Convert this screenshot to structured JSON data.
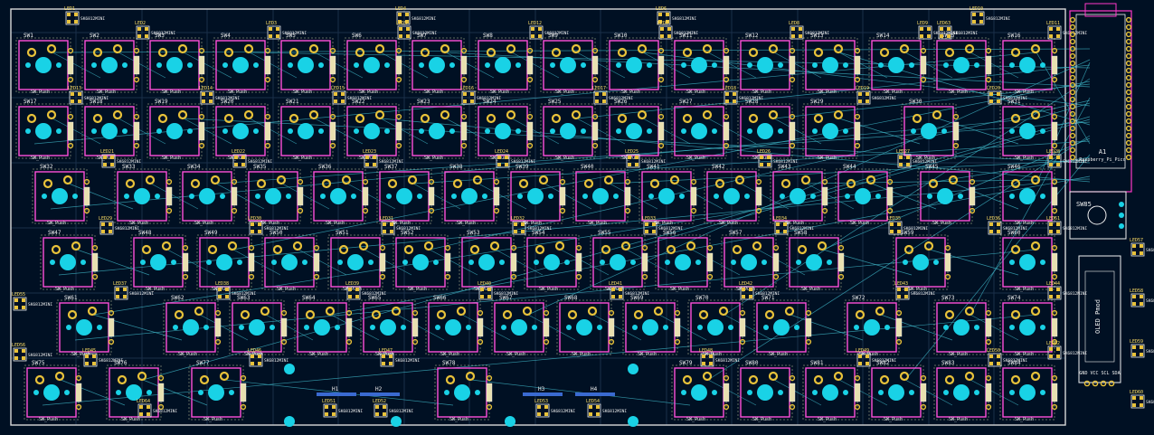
{
  "colors": {
    "background": "#001023",
    "board_edge": "#d8d8d8",
    "grid": "#1a2f4a",
    "ratsnest": "#3fb7c8",
    "switch_outline": "#ff4fd8",
    "courtyard": "#c9c9a0",
    "pad_cyan": "#19d2e6",
    "pad_gold": "#e8c23a",
    "silk": "#f0f0f0",
    "resistor_body": "#e8e0b0",
    "mcu_highlight": "#ff39c8",
    "ref_yellow": "#ffe066"
  },
  "switches": [
    {
      "ref": "SW1",
      "label": "SW_Push"
    },
    {
      "ref": "SW2",
      "label": "SW_Push"
    },
    {
      "ref": "SW3",
      "label": "SW_Push"
    },
    {
      "ref": "SW4",
      "label": "SW_Push"
    },
    {
      "ref": "SW5",
      "label": "SW_Push"
    },
    {
      "ref": "SW6",
      "label": "SW_Push"
    },
    {
      "ref": "SW7",
      "label": "SW_Push"
    },
    {
      "ref": "SW8",
      "label": "SW_Push"
    },
    {
      "ref": "SW9",
      "label": "SW_Push"
    },
    {
      "ref": "SW10",
      "label": "SW_Push"
    },
    {
      "ref": "SW11",
      "label": "SW_Push"
    },
    {
      "ref": "SW12",
      "label": "SW_Push"
    },
    {
      "ref": "SW13",
      "label": "SW_Push"
    },
    {
      "ref": "SW14",
      "label": "SW_Push"
    },
    {
      "ref": "SW15",
      "label": "SW_Push"
    },
    {
      "ref": "SW16",
      "label": "SW_Push"
    },
    {
      "ref": "SW17",
      "label": "SW_Push"
    },
    {
      "ref": "SW18",
      "label": "SW_Push"
    },
    {
      "ref": "SW19",
      "label": "SW_Push"
    },
    {
      "ref": "SW20",
      "label": "SW_Push"
    },
    {
      "ref": "SW21",
      "label": "SW_Push"
    },
    {
      "ref": "SW22",
      "label": "SW_Push"
    },
    {
      "ref": "SW23",
      "label": "SW_Push"
    },
    {
      "ref": "SW24",
      "label": "SW_Push"
    },
    {
      "ref": "SW25",
      "label": "SW_Push"
    },
    {
      "ref": "SW26",
      "label": "SW_Push"
    },
    {
      "ref": "SW27",
      "label": "SW_Push"
    },
    {
      "ref": "SW28",
      "label": "SW_Push"
    },
    {
      "ref": "SW29",
      "label": "SW_Push"
    },
    {
      "ref": "SW30",
      "label": "SW_Push"
    },
    {
      "ref": "SW31",
      "label": "SW_Push"
    },
    {
      "ref": "SW32",
      "label": "SW_Push"
    },
    {
      "ref": "SW33",
      "label": "SW_Push"
    },
    {
      "ref": "SW34",
      "label": "SW_Push"
    },
    {
      "ref": "SW35",
      "label": "SW_Push"
    },
    {
      "ref": "SW36",
      "label": "SW_Push"
    },
    {
      "ref": "SW37",
      "label": "SW_Push"
    },
    {
      "ref": "SW38",
      "label": "SW_Push"
    },
    {
      "ref": "SW39",
      "label": "SW_Push"
    },
    {
      "ref": "SW40",
      "label": "SW_Push"
    },
    {
      "ref": "SW41",
      "label": "SW_Push"
    },
    {
      "ref": "SW42",
      "label": "SW_Push"
    },
    {
      "ref": "SW43",
      "label": "SW_Push"
    },
    {
      "ref": "SW44",
      "label": "SW_Push"
    },
    {
      "ref": "SW45",
      "label": "SW_Push"
    },
    {
      "ref": "SW46",
      "label": "SW_Push"
    },
    {
      "ref": "SW47",
      "label": "SW_Push"
    },
    {
      "ref": "SW48",
      "label": "SW_Push"
    },
    {
      "ref": "SW49",
      "label": "SW_Push"
    },
    {
      "ref": "SW50",
      "label": "SW_Push"
    },
    {
      "ref": "SW51",
      "label": "SW_Push"
    },
    {
      "ref": "SW52",
      "label": "SW_Push"
    },
    {
      "ref": "SW53",
      "label": "SW_Push"
    },
    {
      "ref": "SW54",
      "label": "SW_Push"
    },
    {
      "ref": "SW55",
      "label": "SW_Push"
    },
    {
      "ref": "SW56",
      "label": "SW_Push"
    },
    {
      "ref": "SW57",
      "label": "SW_Push"
    },
    {
      "ref": "SW58",
      "label": "SW_Push"
    },
    {
      "ref": "SW59",
      "label": "SW_Push"
    },
    {
      "ref": "SW60",
      "label": "SW_Push"
    },
    {
      "ref": "SW61",
      "label": "SW_Push"
    },
    {
      "ref": "SW62",
      "label": "SW_Push"
    },
    {
      "ref": "SW63",
      "label": "SW_Push"
    },
    {
      "ref": "SW64",
      "label": "SW_Push"
    },
    {
      "ref": "SW65",
      "label": "SW_Push"
    },
    {
      "ref": "SW66",
      "label": "SW_Push"
    },
    {
      "ref": "SW67",
      "label": "SW_Push"
    },
    {
      "ref": "SW68",
      "label": "SW_Push"
    },
    {
      "ref": "SW69",
      "label": "SW_Push"
    },
    {
      "ref": "SW70",
      "label": "SW_Push"
    },
    {
      "ref": "SW71",
      "label": "SW_Push"
    },
    {
      "ref": "SW72",
      "label": "SW_Push"
    },
    {
      "ref": "SW73",
      "label": "SW_Push"
    },
    {
      "ref": "SW74",
      "label": "SW_Push"
    },
    {
      "ref": "SW75",
      "label": "SW_Push"
    },
    {
      "ref": "SW76",
      "label": "SW_Push"
    },
    {
      "ref": "SW77",
      "label": "SW_Push"
    },
    {
      "ref": "SW78",
      "label": "SW_Push"
    },
    {
      "ref": "SW79",
      "label": "SW_Push"
    },
    {
      "ref": "SW80",
      "label": "SW_Push"
    },
    {
      "ref": "SW81",
      "label": "SW_Push"
    },
    {
      "ref": "SW82",
      "label": "SW_Push"
    },
    {
      "ref": "SW83",
      "label": "SW_Push"
    },
    {
      "ref": "SW84",
      "label": "SW_Push"
    }
  ],
  "leds": [
    {
      "ref": "LED1",
      "value": "SK6812MINI"
    },
    {
      "ref": "LED2",
      "value": "SK6812MINI"
    },
    {
      "ref": "LED3",
      "value": "SK6812MINI"
    },
    {
      "ref": "LED4",
      "value": "SK6812MINI"
    },
    {
      "ref": "LED5",
      "value": "SK6812MINI"
    },
    {
      "ref": "LED6",
      "value": "SK6812MINI"
    },
    {
      "ref": "LED7",
      "value": "SK6812MINI"
    },
    {
      "ref": "LED8",
      "value": "SK6812MINI"
    },
    {
      "ref": "LED9",
      "value": "SK6812MINI"
    },
    {
      "ref": "LED10",
      "value": "SK6812MINI"
    },
    {
      "ref": "LED11",
      "value": "SK6812MINI"
    },
    {
      "ref": "LED12",
      "value": "SK6812MINI"
    },
    {
      "ref": "LED13",
      "value": "SK6812MINI"
    },
    {
      "ref": "LED14",
      "value": "SK6812MINI"
    },
    {
      "ref": "LED15",
      "value": "SK6812MINI"
    },
    {
      "ref": "LED16",
      "value": "SK6812MINI"
    },
    {
      "ref": "LED17",
      "value": "SK6812MINI"
    },
    {
      "ref": "LED18",
      "value": "SK6812MINI"
    },
    {
      "ref": "LED19",
      "value": "SK6812MINI"
    },
    {
      "ref": "LED20",
      "value": "SK6812MINI"
    },
    {
      "ref": "LED21",
      "value": "SK6812MINI"
    },
    {
      "ref": "LED22",
      "value": "SK6812MINI"
    },
    {
      "ref": "LED23",
      "value": "SK6812MINI"
    },
    {
      "ref": "LED24",
      "value": "SK6812MINI"
    },
    {
      "ref": "LED25",
      "value": "SK6812MINI"
    },
    {
      "ref": "LED26",
      "value": "SK6812MINI"
    },
    {
      "ref": "LED27",
      "value": "SK6812MINI"
    },
    {
      "ref": "LED28",
      "value": "SK6812MINI"
    },
    {
      "ref": "LED29",
      "value": "SK6812MINI"
    },
    {
      "ref": "LED30",
      "value": "SK6812MINI"
    },
    {
      "ref": "LED31",
      "value": "SK6812MINI"
    },
    {
      "ref": "LED32",
      "value": "SK6812MINI"
    },
    {
      "ref": "LED33",
      "value": "SK6812MINI"
    },
    {
      "ref": "LED34",
      "value": "SK6812MINI"
    },
    {
      "ref": "LED35",
      "value": "SK6812MINI"
    },
    {
      "ref": "LED36",
      "value": "SK6812MINI"
    },
    {
      "ref": "LED37",
      "value": "SK6812MINI"
    },
    {
      "ref": "LED38",
      "value": "SK6812MINI"
    },
    {
      "ref": "LED39",
      "value": "SK6812MINI"
    },
    {
      "ref": "LED40",
      "value": "SK6812MINI"
    },
    {
      "ref": "LED41",
      "value": "SK6812MINI"
    },
    {
      "ref": "LED42",
      "value": "SK6812MINI"
    },
    {
      "ref": "LED43",
      "value": "SK6812MINI"
    },
    {
      "ref": "LED44",
      "value": "SK6812MINI"
    },
    {
      "ref": "LED45",
      "value": "SK6812MINI"
    },
    {
      "ref": "LED46",
      "value": "SK6812MINI"
    },
    {
      "ref": "LED47",
      "value": "SK6812MINI"
    },
    {
      "ref": "LED48",
      "value": "SK6812MINI"
    },
    {
      "ref": "LED49",
      "value": "SK6812MINI"
    },
    {
      "ref": "LED50",
      "value": "SK6812MINI"
    },
    {
      "ref": "LED51",
      "value": "SK6812MINI"
    },
    {
      "ref": "LED52",
      "value": "SK6812MINI"
    },
    {
      "ref": "LED53",
      "value": "SK6812MINI"
    },
    {
      "ref": "LED54",
      "value": "SK6812MINI"
    },
    {
      "ref": "LED55",
      "value": "SK6812MINI"
    },
    {
      "ref": "LED56",
      "value": "SK6812MINI"
    },
    {
      "ref": "LED57",
      "value": "SK6812MINI"
    },
    {
      "ref": "LED58",
      "value": "SK6812MINI"
    },
    {
      "ref": "LED59",
      "value": "SK6812MINI"
    },
    {
      "ref": "LED60",
      "value": "SK6812MINI"
    },
    {
      "ref": "LED61",
      "value": "SK6812MINI"
    },
    {
      "ref": "LED62",
      "value": "SK6812MINI"
    },
    {
      "ref": "LED63",
      "value": "SK6812MINI"
    },
    {
      "ref": "LED64",
      "value": "SK6812MINI"
    }
  ],
  "holes": [
    {
      "ref": "H1"
    },
    {
      "ref": "H2"
    },
    {
      "ref": "H3"
    },
    {
      "ref": "H4"
    }
  ],
  "modules": {
    "mcu": {
      "ref": "A1",
      "value": "Raspberry_Pi_Pico"
    },
    "encoder": {
      "ref": "SW85"
    },
    "oled": {
      "label": "OLED Pmod",
      "pins": "GND VCC SCL SDA"
    }
  }
}
